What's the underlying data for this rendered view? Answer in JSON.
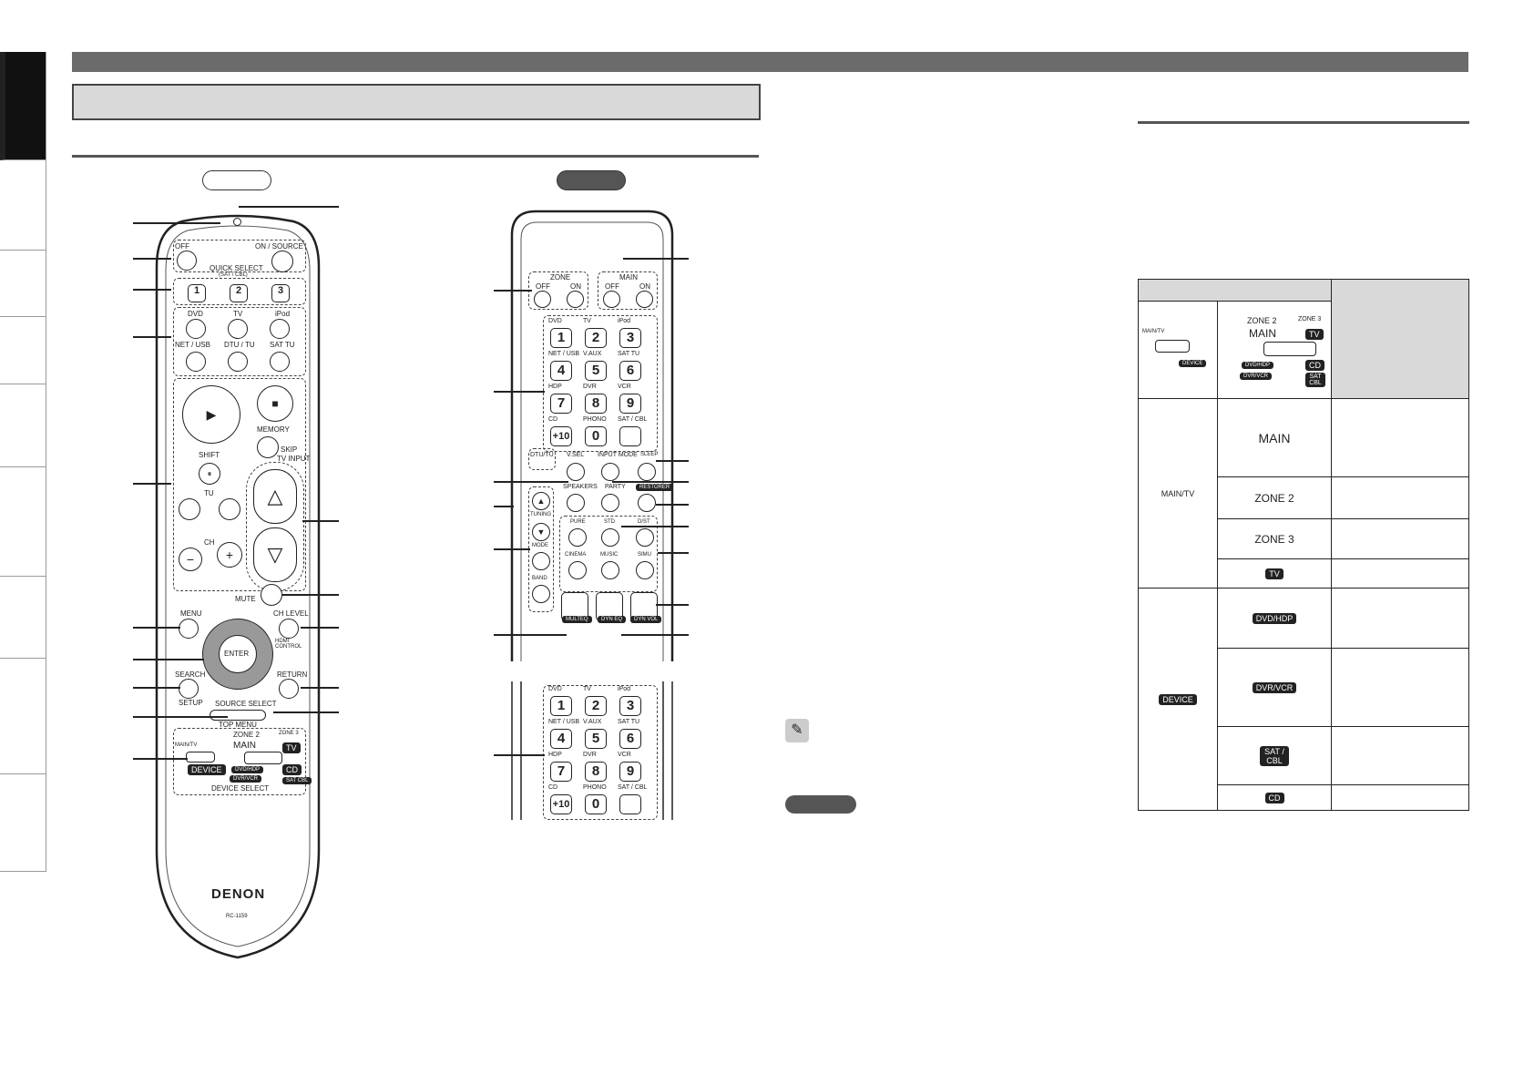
{
  "remote_top_labels": {
    "off": "OFF",
    "on_source": "ON / SOURCE",
    "quick_select": "QUICK SELECT",
    "sat_cbl": "(SAT / CBL)",
    "dvd": "DVD",
    "tv": "TV",
    "ipod": "iPod",
    "net_usb": "NET / USB",
    "dtu_tu": "DTU / TU",
    "sat_tu": "SAT TU",
    "memory": "MEMORY",
    "skip": "SKIP",
    "shift": "SHIFT",
    "tu": "TU",
    "tv_input": "TV INPUT",
    "ch": "CH",
    "mute": "MUTE",
    "menu": "MENU",
    "ch_level": "CH LEVEL",
    "hdmi_control": "HDMI CONTROL",
    "enter": "ENTER",
    "search": "SEARCH",
    "return": "RETURN",
    "setup": "SETUP",
    "source_select": "SOURCE SELECT",
    "top_menu": "TOP MENU",
    "zone2": "ZONE 2",
    "zone3": "ZONE 3",
    "main": "MAIN",
    "main_tv": "MAIN/TV",
    "device": "DEVICE",
    "dvd_hdp": "DVD/HDP",
    "dvr_vcr": "DVR/VCR",
    "cd": "CD",
    "sat_cbl_tag": "SAT CBL",
    "device_select": "DEVICE SELECT",
    "brand": "DENON",
    "model": "RC-1159",
    "quick_nums": [
      "1",
      "2",
      "3"
    ]
  },
  "remote_inner": {
    "zone": "ZONE",
    "main": "MAIN",
    "off": "OFF",
    "on": "ON",
    "keys": [
      {
        "label": "DVD",
        "num": "1"
      },
      {
        "label": "TV",
        "num": "2"
      },
      {
        "label": "iPod",
        "num": "3"
      },
      {
        "label": "NET / USB",
        "num": "4"
      },
      {
        "label": "V.AUX",
        "num": "5"
      },
      {
        "label": "SAT TU",
        "num": "6"
      },
      {
        "label": "HDP",
        "num": "7"
      },
      {
        "label": "DVR",
        "num": "8"
      },
      {
        "label": "VCR",
        "num": "9"
      },
      {
        "label": "CD",
        "num": "+10"
      },
      {
        "label": "PHONO",
        "num": "0"
      },
      {
        "label": "SAT / CBL",
        "num": ""
      }
    ],
    "dtu_tu": "DTU/TU",
    "v_sel": "V.SEL",
    "input_mode": "INPUT MODE",
    "sleep": "SLEEP",
    "speakers": "SPEAKERS",
    "party": "PARTY",
    "restorer": "RESTORER",
    "tuning": "TUNING",
    "mode": "MODE",
    "band": "BAND",
    "pure": "PURE",
    "std": "STD",
    "dst": "D/ST",
    "cinema": "CINEMA",
    "music": "MUSIC",
    "simu": "SIMU",
    "multeq": "MULTEQ",
    "dyn_eq": "DYN EQ",
    "dyn_vol": "DYN VOL"
  },
  "device_table": {
    "switch_labels": {
      "main_tv": "MAIN/TV",
      "device": "DEVICE",
      "zone2": "ZONE 2",
      "zone3": "ZONE 3",
      "main": "MAIN",
      "tv": "TV",
      "dvd_hdp": "DVD/HDP",
      "dvr_vcr": "DVR/VCR",
      "cd": "CD",
      "sat_cbl": "SAT CBL"
    },
    "group1": "MAIN/TV",
    "group1_rows": [
      "MAIN",
      "ZONE 2",
      "ZONE 3",
      "TV"
    ],
    "group2": "DEVICE",
    "group2_rows": [
      "DVD/HDP",
      "DVR/VCR",
      "SAT / CBL",
      "CD"
    ]
  }
}
